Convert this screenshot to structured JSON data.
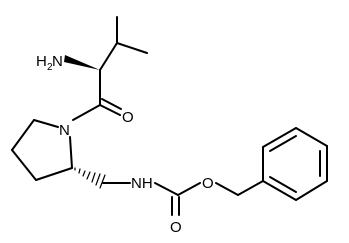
{
  "molecule": {
    "atoms": {
      "amine_n": "N",
      "amine_h": "H",
      "amine_sub": "2",
      "carbonyl_o": "O",
      "ring_n": "N",
      "carbamate_nh": "NH",
      "carbamate_o_carbonyl": "O",
      "carbamate_o_ester": "O"
    },
    "stereo": {
      "alpha_carbon_bond": "wedge",
      "ring_c2_bond": "hashed-wedge"
    },
    "colors": {
      "bonds": "#000000",
      "labels": "#000000",
      "background": "#ffffff"
    }
  }
}
